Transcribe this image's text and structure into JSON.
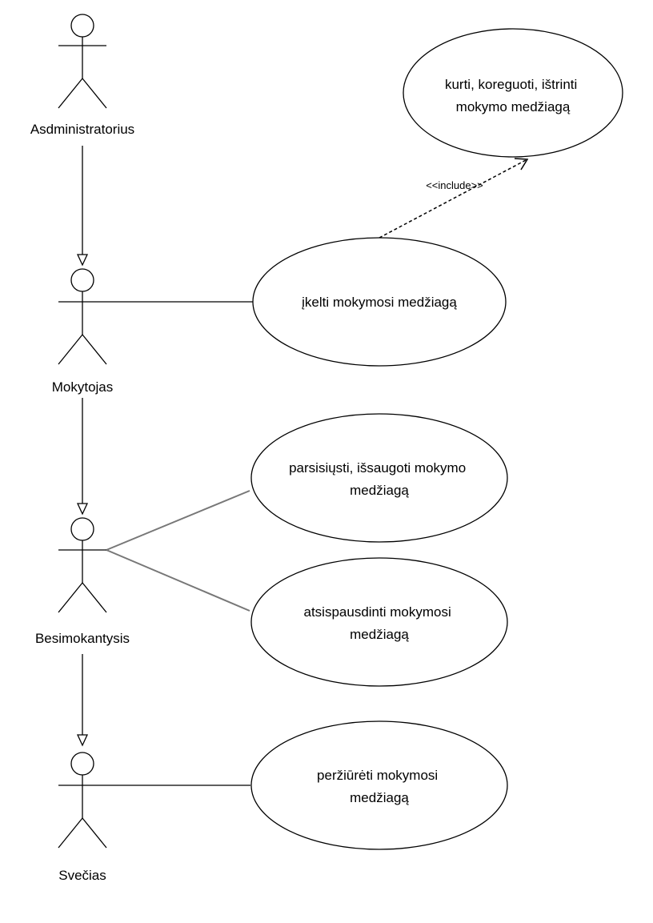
{
  "actors": {
    "administrator": {
      "label": "Asdministratorius"
    },
    "teacher": {
      "label": "Mokytojas"
    },
    "learner": {
      "label": "Besimokantysis"
    },
    "guest": {
      "label": "Svečias"
    }
  },
  "use_cases": {
    "manage": {
      "lines": [
        "kurti, koreguoti, ištrinti",
        "mokymo medžiagą"
      ]
    },
    "upload": {
      "lines": [
        "įkelti mokymosi medžiagą"
      ]
    },
    "download": {
      "lines": [
        "parsisiųsti, išsaugoti mokymo",
        "medžiagą"
      ]
    },
    "print": {
      "lines": [
        "atsispausdinti mokymosi",
        "medžiagą"
      ]
    },
    "view": {
      "lines": [
        "peržiūrėti mokymosi",
        "medžiagą"
      ]
    }
  },
  "relations": {
    "include_label": "<<include>>"
  }
}
